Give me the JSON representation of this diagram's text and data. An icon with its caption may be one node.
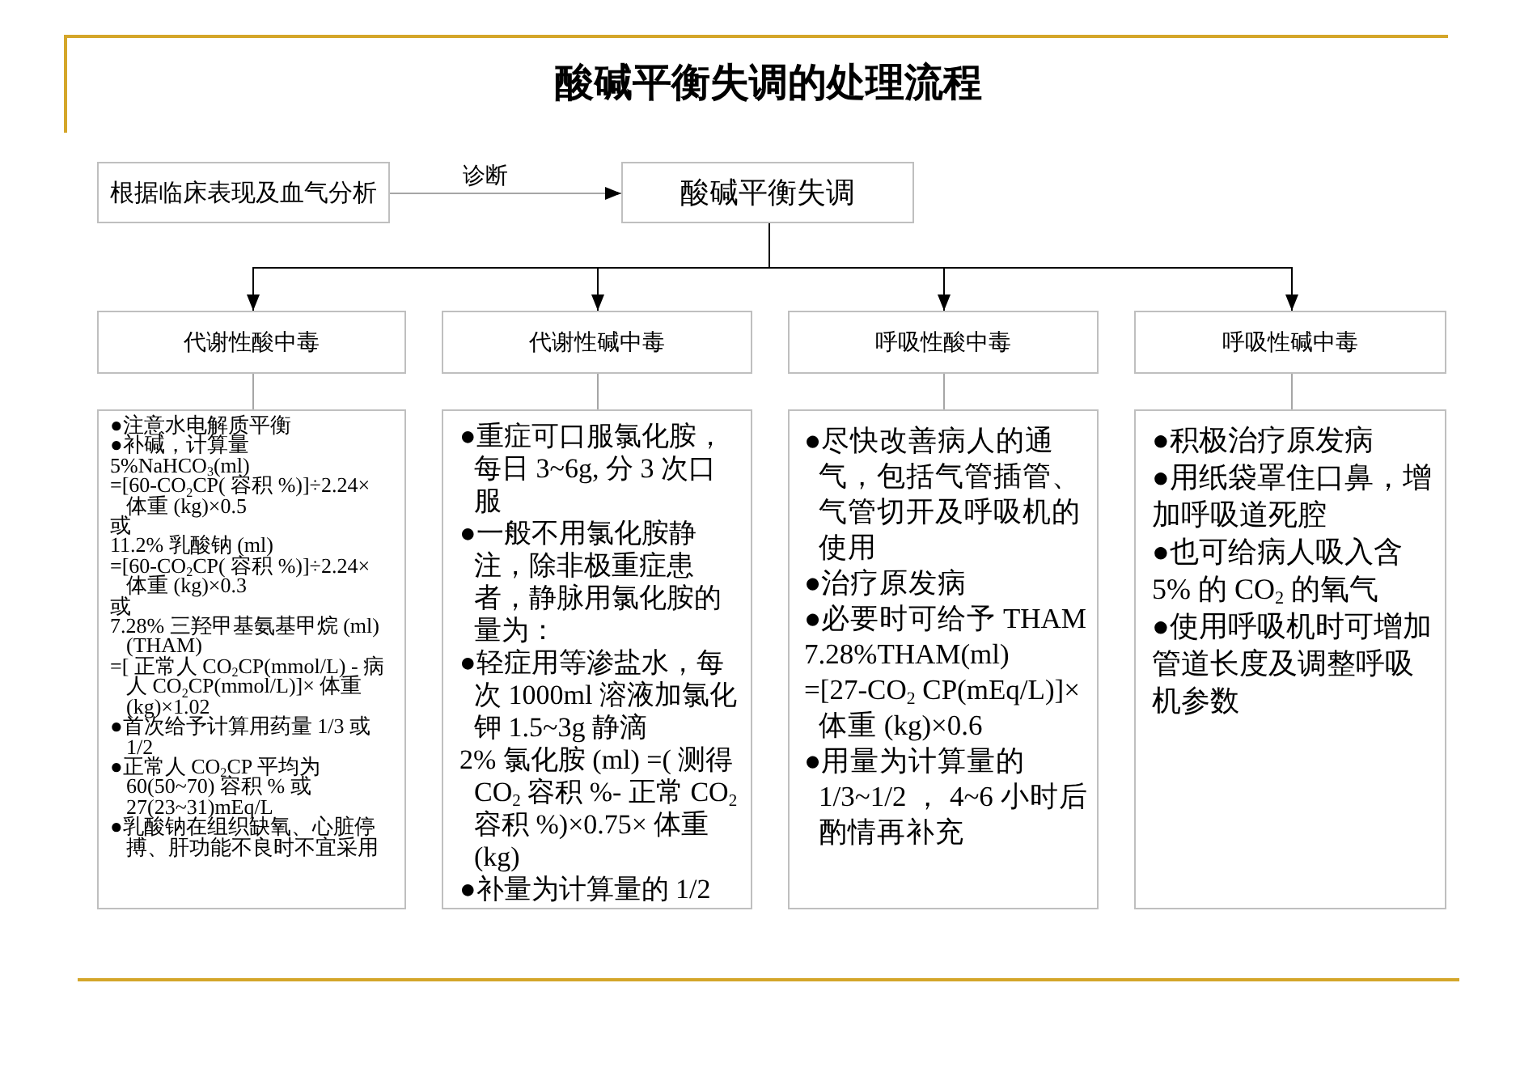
{
  "diagram": {
    "title": "酸碱平衡失调的处理流程",
    "nodes": [
      {
        "text": [
          "根据临床表现及血气分析"
        ]
      },
      {
        "text": [
          "酸碱平衡失调"
        ]
      },
      {
        "text": [
          "代谢性酸中毒"
        ]
      },
      {
        "text": [
          "代谢性碱中毒"
        ]
      },
      {
        "text": [
          "呼吸性酸中毒"
        ]
      },
      {
        "text": [
          "呼吸性碱中毒"
        ]
      },
      {
        "text": [
          "●注意水电解质平衡",
          "●补碱，计算量",
          "5%NaHCO$_{3}$(ml)",
          "=[60-CO$_{2}$CP( 容积 %)]÷2.24× 体重 (kg)×0.5",
          "或",
          "11.2% 乳酸钠 (ml)",
          "=[60-CO$_{2}$CP( 容积 %)]÷2.24× 体重 (kg)×0.3",
          "或",
          "7.28% 三羟甲基氨基甲烷 (ml) (THAM)",
          "=[ 正常人 CO$_{2}$CP(mmol/L) - 病人 CO$_{2}$CP(mmol/L)]× 体重 (kg)×1.02",
          "●首次给予计算用药量 1/3 或 1/2",
          "●正常人 CO$_{2}$CP 平均为 60(50~70) 容积 % 或 27(23~31)mEq/L",
          "●乳酸钠在组织缺氧、心脏停搏、肝功能不良时不宜采用"
        ]
      },
      {
        "text": [
          "●重症可口服氯化胺，每日 3~6g, 分 3 次口服",
          "●一般不用氯化胺静注，除非极重症患者，静脉用氯化胺的量为：",
          "●轻症用等渗盐水，每次 1000ml 溶液加氯化钾 1.5~3g 静滴",
          "2% 氯化胺 (ml) =( 测得 CO$_{2}$ 容积 %- 正常 CO$_{2}$ 容积 %)×0.75× 体重 (kg)",
          "●补量为计算量的 1/2"
        ]
      },
      {
        "text": [
          "●尽快改善病人的通气，包括气管插管、气管切开及呼吸机的使用",
          "●治疗原发病",
          "●必要时可给予 THAM",
          "7.28%THAM(ml)",
          "=[27-CO$_{2}$ CP(mEq/L)]× 体重 (kg)×0.6",
          "●用量为计算量的 1/3~1/2 ， 4~6 小时后酌情再补充"
        ]
      },
      {
        "text": [
          "●积极治疗原发病",
          "●用纸袋罩住口鼻，增加呼吸道死腔",
          "●也可给病人吸入含 5% 的 CO$_{2}$ 的氧气",
          "●使用呼吸机时可增加管道长度及调整呼吸机参数"
        ]
      }
    ],
    "edges": [
      {
        "from": 0,
        "to": 1,
        "arrow": "to",
        "label": "诊断"
      },
      {
        "from": 1,
        "to": 2,
        "arrow": "to",
        "color": "#000000"
      },
      {
        "from": 1,
        "to": 3,
        "arrow": "to",
        "color": "#000000"
      },
      {
        "from": 1,
        "to": 4,
        "arrow": "to",
        "color": "#000000"
      },
      {
        "from": 1,
        "to": 5,
        "arrow": "to",
        "color": "#000000"
      },
      {
        "from": 2,
        "to": 6,
        "arrow": "none"
      },
      {
        "from": 3,
        "to": 7,
        "arrow": "none"
      },
      {
        "from": 4,
        "to": 8,
        "arrow": "none"
      },
      {
        "from": 5,
        "to": 9,
        "arrow": "none"
      }
    ]
  }
}
